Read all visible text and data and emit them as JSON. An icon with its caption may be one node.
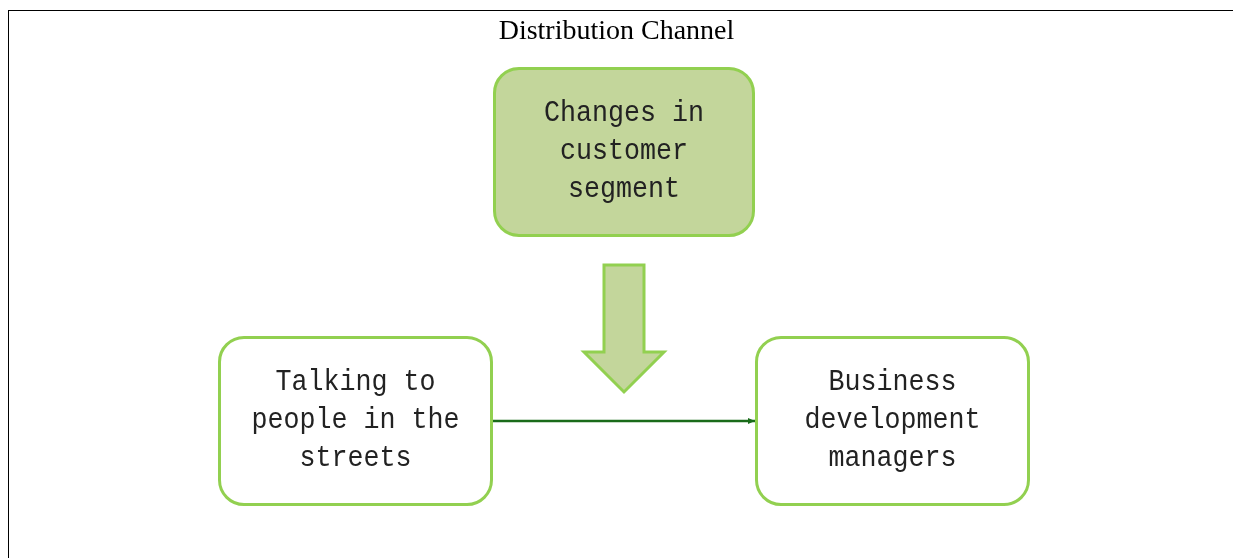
{
  "diagram": {
    "title": "Distribution Channel",
    "nodes": [
      {
        "text": [
          "Changes in customer segment"
        ]
      },
      {
        "text": [
          "Talking to people in the streets"
        ]
      },
      {
        "text": [
          "Business development managers"
        ]
      }
    ],
    "edges": [
      {
        "from": 0,
        "to": null,
        "arrow": "to",
        "style": "thick",
        "color": "#c3d69b"
      },
      {
        "from": 1,
        "to": 2,
        "arrow": "to",
        "color": "#1a6b1a"
      }
    ]
  }
}
